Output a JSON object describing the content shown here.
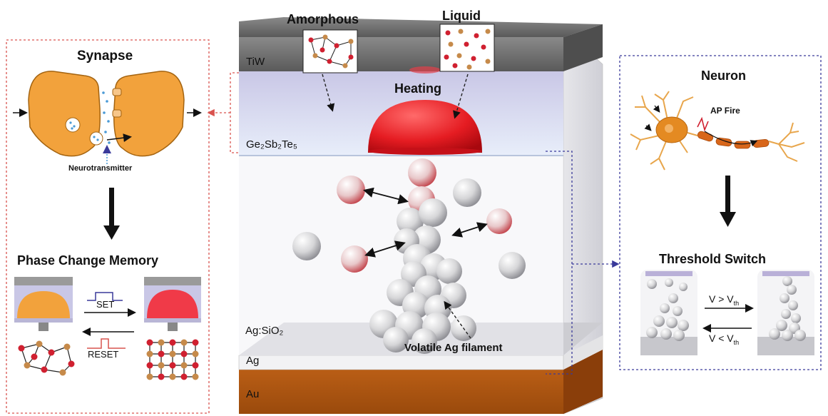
{
  "left_panel": {
    "synapse_title": "Synapse",
    "neurotransmitter_label": "Neurotransmitter",
    "pcm_title": "Phase Change Memory",
    "set_label": "SET",
    "reset_label": "RESET"
  },
  "center_panel": {
    "amorphous_label": "Amorphous",
    "liquid_label": "Liquid",
    "heating_label": "Heating",
    "layers": {
      "tiw": "TiW",
      "gst": "Ge₂Sb₂Te₅",
      "agsio2": "Ag:SiO₂",
      "ag": "Ag",
      "au": "Au"
    },
    "filament_label": "Volatile Ag filament"
  },
  "right_panel": {
    "neuron_title": "Neuron",
    "ap_fire_label": "AP Fire",
    "threshold_title": "Threshold Switch",
    "v_gt_label": "V > V",
    "v_lt_label": "V < V",
    "v_sub": "th"
  },
  "colors": {
    "orange": "#f2a23c",
    "red": "#e0202c",
    "au": "#b85a10",
    "tiw": "#6d6d6d",
    "dashed_red": "#d9534f",
    "dashed_blue": "#3a3a9a"
  }
}
